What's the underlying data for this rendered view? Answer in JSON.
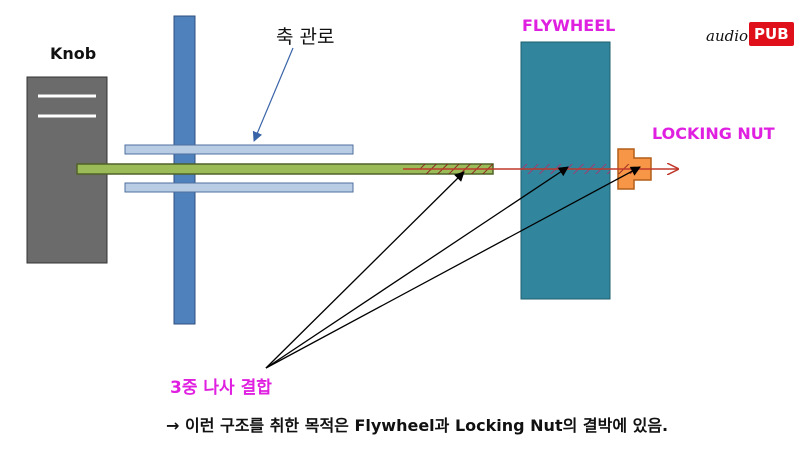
{
  "labels": {
    "knob": "Knob",
    "shaft_tube": "축 관로",
    "flywheel": "FLYWHEEL",
    "locking_nut": "LOCKING NUT",
    "triple_thread": "3중 나사 결합",
    "note": "→ 이런 구조를 취한 목적은 Flywheel과 Locking Nut의 결박에 있음."
  },
  "logo": {
    "prefix": "audio",
    "badge": "PUB"
  },
  "colors": {
    "knob": "#6b6b6b",
    "panel": "#4f81bd",
    "tube": "#b8cce4",
    "shaft": "#77933c",
    "flywheel": "#31859c",
    "nut": "#f79646",
    "arrow": "#c0392b",
    "accent_text": "#e020e0",
    "logo_red": "#e0101a"
  }
}
